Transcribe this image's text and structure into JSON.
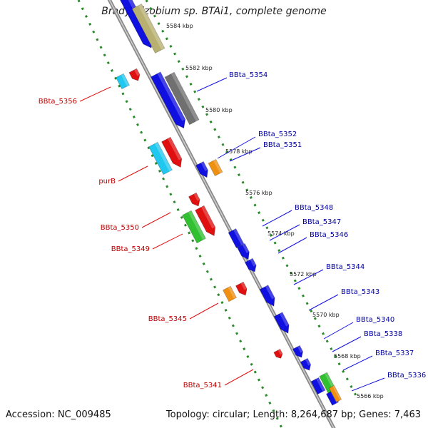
{
  "title": "Bradyrhizobium sp. BTAi1, complete genome",
  "footer": {
    "accession": "Accession: NC_009485",
    "topology": "Topology: circular; Length: 8,264,687 bp; Genes: 7,463"
  },
  "colors": {
    "blue": "#1010e0",
    "red": "#e01010",
    "label_blue": "#0000a0",
    "label_red": "#c00000",
    "cyan": "#20c8f0",
    "green": "#30c030",
    "orange": "#f09010",
    "olive": "#b8b070",
    "gray": "#707070",
    "dots": "#2a8a2a",
    "backbone": "#8a8a8a"
  },
  "ticks": [
    "5584 kbp",
    "5582 kbp",
    "5580 kbp",
    "5578 kbp",
    "5576 kbp",
    "5574 kbp",
    "5572 kbp",
    "5570 kbp",
    "5568 kbp",
    "5566 kbp"
  ],
  "labels_right": [
    "BBta_5354",
    "BBta_5352",
    "BBta_5351",
    "BBta_5348",
    "BBta_5347",
    "BBta_5346",
    "BBta_5344",
    "BBta_5343",
    "BBta_5340",
    "BBta_5338",
    "BBta_5337",
    "BBta_5336"
  ],
  "labels_left": [
    "BBta_5356",
    "purB",
    "BBta_5350",
    "BBta_5349",
    "BBta_5345",
    "BBta_5341"
  ]
}
